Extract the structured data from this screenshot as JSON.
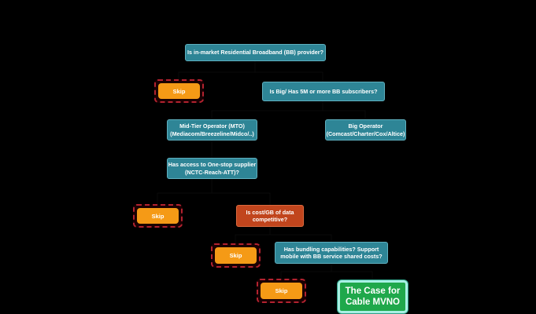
{
  "nodes": {
    "q_residential_bb": "Is in-market Residential Broadband (BB) provider?",
    "skip_1": "Skip",
    "q_big_5m": "Is  Big/ Has 5M or more BB subscribers?",
    "mid_tier": "Mid-Tier Operator (MTO)\n(Mediacom/Breezeline/Midco/..)",
    "big_operator": "Big Operator\n(Comcast/Charter/Cox/Altice)",
    "q_one_stop": "Has access to One-stop supplier\n(NCTC-Reach-ATT)?",
    "skip_2": "Skip",
    "q_cost_gb": "Is cost/GB of data\ncompetitive?",
    "skip_3": "Skip",
    "q_bundling": "Has bundling capabilities? Support\nmobile with BB service shared costs?",
    "skip_4": "Skip",
    "final": "The Case for\nCable MVNO"
  },
  "colors": {
    "question": "#2e8596",
    "cost_question": "#c1451d",
    "skip": "#f59a16",
    "skip_border": "#b3222f",
    "final": "#1fa84b",
    "final_border": "#a8f0e4",
    "background": "#000000"
  }
}
